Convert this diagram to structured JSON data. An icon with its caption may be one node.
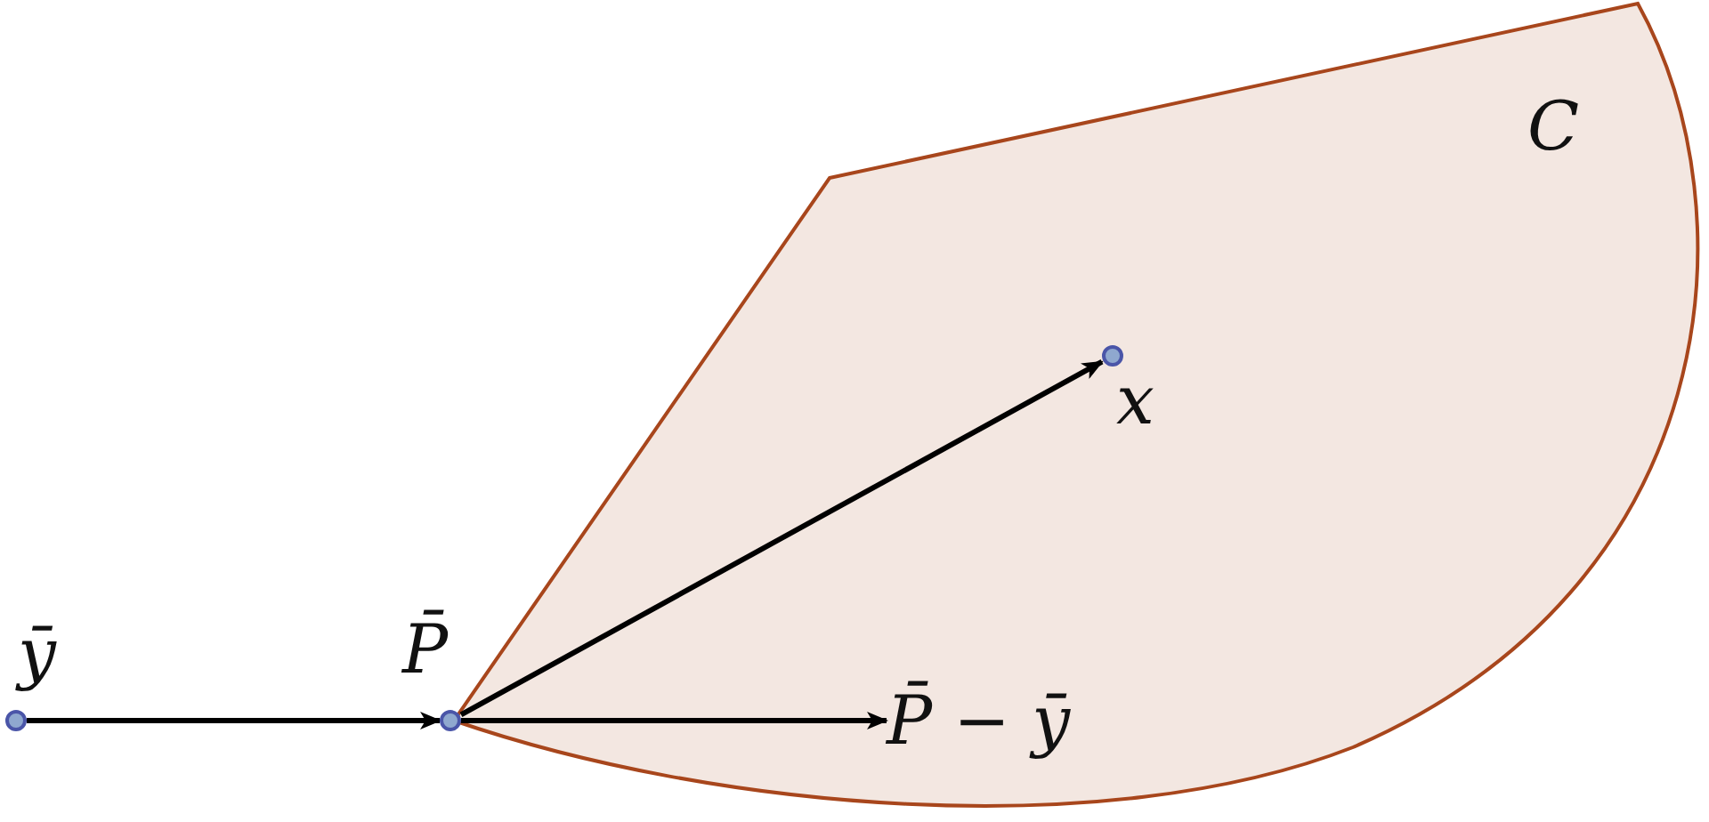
{
  "diagram": {
    "nodes": [
      {
        "text": [
          "C"
        ]
      },
      {
        "text": [],
        "shape": "circle",
        "beside": [
          "ȳ"
        ]
      },
      {
        "text": [],
        "shape": "circle",
        "beside": [
          "P̄"
        ]
      },
      {
        "text": [],
        "shape": "circle",
        "beside": [
          "x"
        ],
        "in": 0
      },
      {
        "text": [
          "P̄ − ȳ"
        ],
        "in": 0
      }
    ],
    "edges": [
      {
        "from": 1,
        "to": 2,
        "arrow": "to"
      },
      {
        "from": 2,
        "to": 3,
        "arrow": "to"
      },
      {
        "from": 2,
        "to": 4,
        "arrow": "to"
      }
    ]
  }
}
